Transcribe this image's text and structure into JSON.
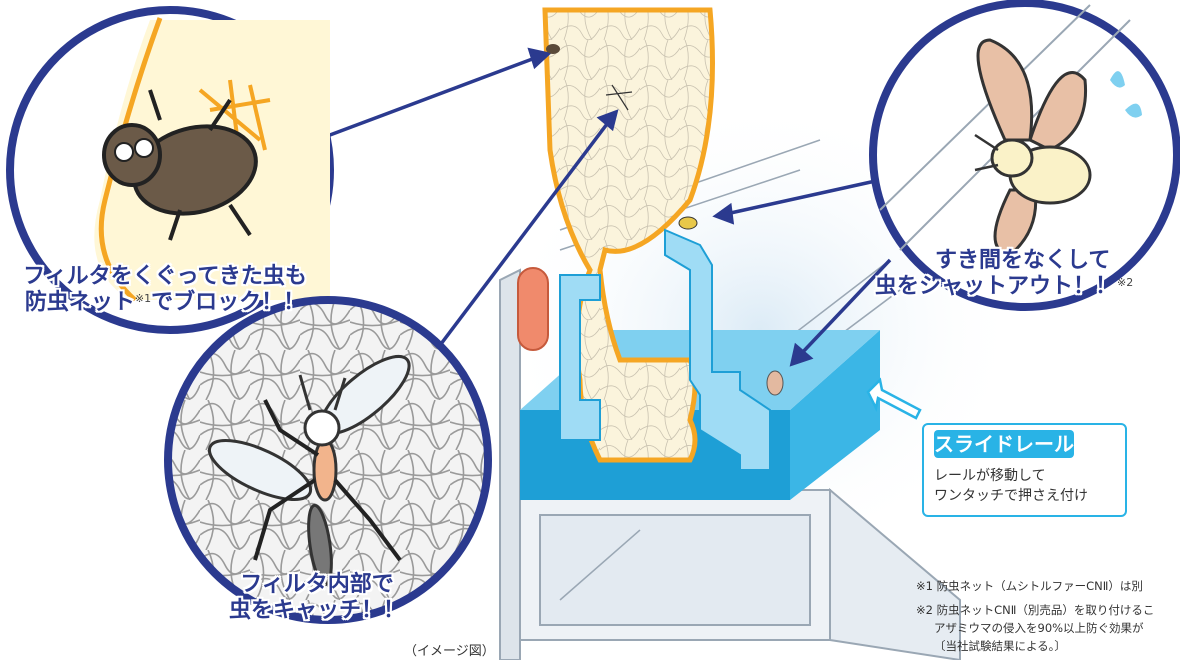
{
  "callouts": {
    "net_block": {
      "line1": "フィルタをくぐってきた虫も",
      "line2a": "防虫ネット",
      "line2_ref": "※1",
      "line2b": "でブロック！！"
    },
    "gap_shutout": {
      "line1": "すき間をなくして",
      "line2": "虫をシャットアウト！！",
      "ref": "※2"
    },
    "filter_catch": {
      "line1": "フィルタ内部で",
      "line2": "虫をキャッチ！！"
    }
  },
  "slide_rail": {
    "title": "スライドレール",
    "desc_line1": "レールが移動して",
    "desc_line2": "ワンタッチで押さえ付け"
  },
  "footnotes": {
    "note1": "※1 防虫ネット（ムシトルファーCNⅡ）は別",
    "note2_line1": "※2 防虫ネットCNⅡ（別売品）を取り付けるこ",
    "note2_line2": "アザミウマの侵入を90%以上防ぐ効果が",
    "note2_line3": "〔当社試験結果による。〕"
  },
  "image_note": "（イメージ図）",
  "colors": {
    "callout_text": "#2b3a8f",
    "rail_accent": "#29b3e6",
    "filter_orange": "#f5a623",
    "frame_blue": "#1e9fd6",
    "arrow": "#2b3a8f"
  },
  "icons": [
    "beetle-icon",
    "mosquito-icon",
    "moth-icon"
  ]
}
